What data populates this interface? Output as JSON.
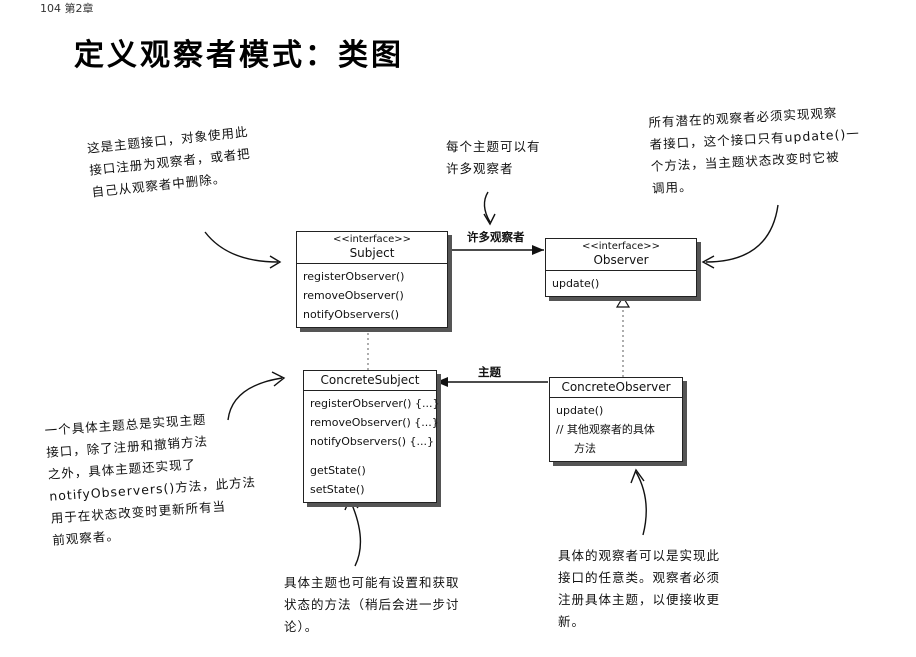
{
  "page_mark": "104 第2章",
  "title": "定义观察者模式：类图",
  "subject": {
    "stereotype": "<<interface>>",
    "name": "Subject",
    "methods": [
      "registerObserver()",
      "removeObserver()",
      "notifyObservers()"
    ]
  },
  "observer": {
    "stereotype": "<<interface>>",
    "name": "Observer",
    "methods": [
      "update()"
    ]
  },
  "concrete_subject": {
    "name": "ConcreteSubject",
    "methods": [
      "registerObserver() {...}",
      "removeObserver() {...}",
      "notifyObservers() {...}"
    ],
    "methods2": [
      "getState()",
      "setState()"
    ]
  },
  "concrete_observer": {
    "name": "ConcreteObserver",
    "methods": [
      "update()",
      "// 其他观察者的具体",
      "方法"
    ]
  },
  "labels": {
    "many_observers": "许多观察者",
    "subject_label": "主题"
  },
  "notes": {
    "subject_note": [
      "这是主题接口，对象使用此",
      "接口注册为观察者，或者把",
      "自己从观察者中删除。"
    ],
    "many_note": [
      "每个主题可以有",
      "许多观察者"
    ],
    "observer_note": [
      "所有潜在的观察者必须实现观察",
      "者接口，这个接口只有update()一",
      "个方法，当主题状态改变时它被",
      "调用。"
    ],
    "concrete_subject_note": [
      "一个具体主题总是实现主题",
      "接口，除了注册和撤销方法",
      "之外，具体主题还实现了",
      "notifyObservers()方法，此方法",
      "用于在状态改变时更新所有当",
      "前观察者。"
    ],
    "state_note": [
      "具体主题也可能有设置和获取",
      "状态的方法（稍后会进一步讨",
      "论）。"
    ],
    "concrete_observer_note": [
      "具体的观察者可以是实现此",
      "接口的任意类。观察者必须",
      "注册具体主题，以便接收更",
      "新。"
    ]
  }
}
